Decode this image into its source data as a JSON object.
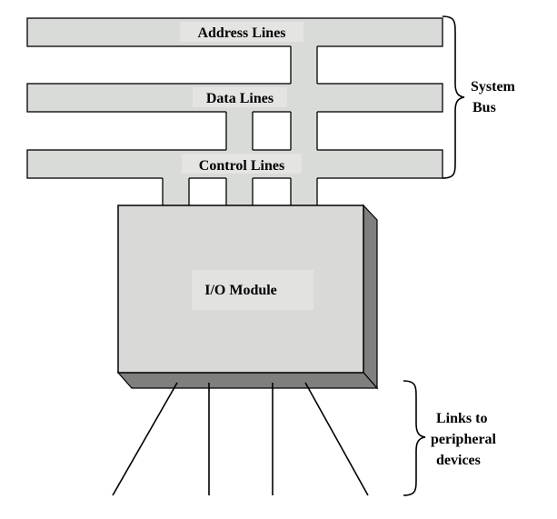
{
  "buses": [
    {
      "id": "address",
      "label": "Address Lines"
    },
    {
      "id": "data",
      "label": "Data Lines"
    },
    {
      "id": "control",
      "label": "Control Lines"
    }
  ],
  "module": {
    "label": "I/O Module"
  },
  "system_bus": {
    "lines": [
      "System",
      "Bus"
    ]
  },
  "peripheral_links": {
    "lines": [
      "Links to",
      "peripheral",
      "devices"
    ],
    "count": 4
  },
  "colors": {
    "bus_fill": "#d8dbd7",
    "module_face": "#d9dad8",
    "module_side": "#7f807e",
    "line": "#000000"
  }
}
